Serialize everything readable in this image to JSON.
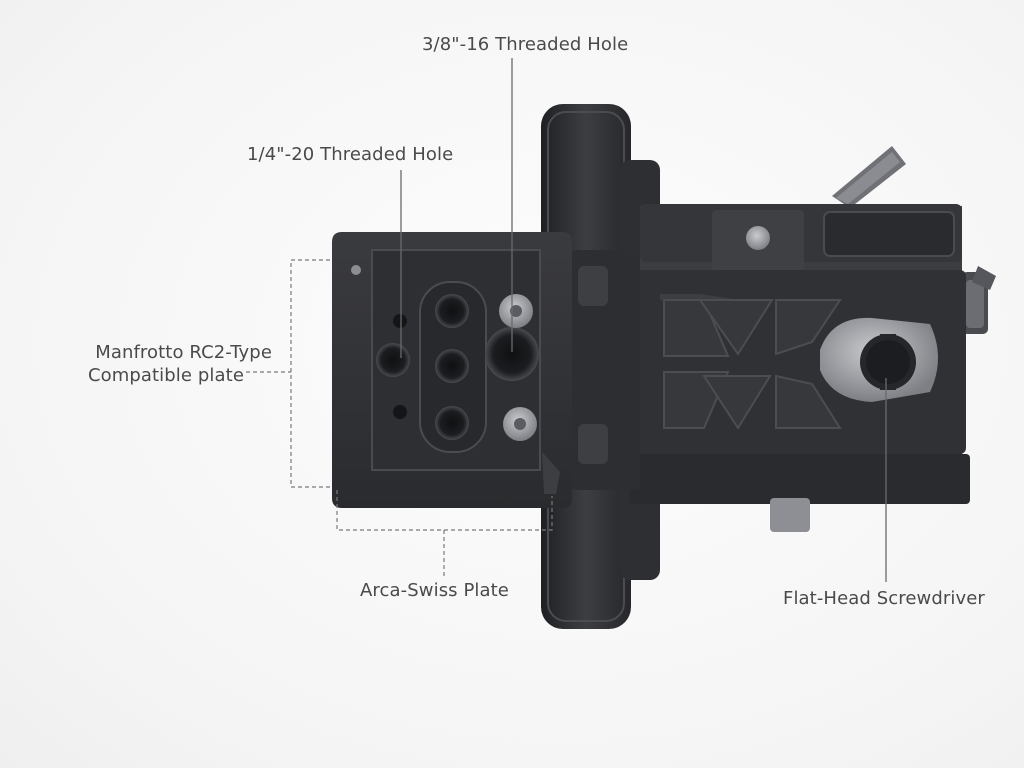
{
  "callouts": {
    "threaded_hole_3_8": "3/8\"-16 Threaded Hole",
    "threaded_hole_1_4": "1/4\"-20 Threaded Hole",
    "manfrotto_line1": "Manfrotto RC2-Type",
    "manfrotto_line2": "Compatible plate",
    "arca_swiss": "Arca-Swiss Plate",
    "screwdriver": "Flat-Head Screwdriver"
  },
  "colors": {
    "background": "#f5f5f5",
    "body_dark": "#2c2d30",
    "body_mid": "#3a3b3f",
    "highlight": "#55575c",
    "screwdriver_metal": "#a4a6aa",
    "label_text": "#4a4a4a"
  }
}
